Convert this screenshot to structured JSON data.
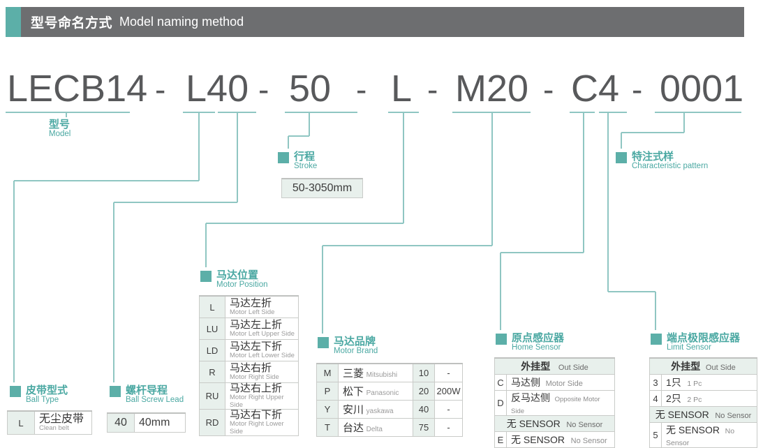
{
  "header": {
    "cn": "型号命名方式",
    "en": "Model naming method",
    "accent_color": "#5cafa8",
    "bar_color": "#6d6e70"
  },
  "model_number": {
    "full": "LECB14 - L40 - 50 - L - M20 - C4 - 0001",
    "tokens": [
      "LECB14",
      "L40",
      "50",
      "L",
      "M20",
      "C4",
      "0001"
    ],
    "separator": "-"
  },
  "callouts": {
    "model": {
      "cn": "型号",
      "en": "Model"
    },
    "stroke": {
      "cn": "行程",
      "en": "Stroke"
    },
    "characteristic": {
      "cn": "特注式样",
      "en": "Characteristic pattern"
    },
    "motor_position": {
      "cn": "马达位置",
      "en": "Motor Position"
    },
    "motor_brand": {
      "cn": "马达品牌",
      "en": "Motor Brand"
    },
    "home_sensor": {
      "cn": "原点感应器",
      "en": "Home Sensor"
    },
    "limit_sensor": {
      "cn": "端点极限感应器",
      "en": "Limit Sensor"
    },
    "belt_type": {
      "cn": "皮带型式",
      "en": "Ball Type"
    },
    "screw_lead": {
      "cn": "螺杆导程",
      "en": "Ball Screw Lead"
    }
  },
  "stroke_box": {
    "value": "50-3050mm"
  },
  "belt_type_table": {
    "rows": [
      {
        "code": "L",
        "cn": "无尘皮带",
        "en": "Clean belt"
      }
    ]
  },
  "screw_lead_table": {
    "rows": [
      {
        "code": "40",
        "value": "40mm"
      }
    ]
  },
  "motor_position_table": {
    "rows": [
      {
        "code": "L",
        "cn": "马达左折",
        "en": "Motor Left Side"
      },
      {
        "code": "LU",
        "cn": "马达左上折",
        "en": "Motor Left Upper Side"
      },
      {
        "code": "LD",
        "cn": "马达左下折",
        "en": "Motor Left Lower Side"
      },
      {
        "code": "R",
        "cn": "马达右折",
        "en": "Motor Right Side"
      },
      {
        "code": "RU",
        "cn": "马达右上折",
        "en": "Motor Right Upper Side"
      },
      {
        "code": "RD",
        "cn": "马达右下折",
        "en": "Motor Right Lower Side"
      }
    ]
  },
  "motor_brand_table": {
    "rows": [
      {
        "code": "M",
        "cn": "三菱",
        "en": "Mitsubishi",
        "power_code": "10",
        "watt": "-"
      },
      {
        "code": "P",
        "cn": "松下",
        "en": "Panasonic",
        "power_code": "20",
        "watt": "200W"
      },
      {
        "code": "Y",
        "cn": "安川",
        "en": "yaskawa",
        "power_code": "40",
        "watt": "-"
      },
      {
        "code": "T",
        "cn": "台达",
        "en": "Delta",
        "power_code": "75",
        "watt": "-"
      }
    ]
  },
  "home_sensor_table": {
    "group1": {
      "cn": "外挂型",
      "en": "Out Side"
    },
    "group1_rows": [
      {
        "code": "C",
        "cn": "马达侧",
        "en": "Motor Side"
      },
      {
        "code": "D",
        "cn": "反马达侧",
        "en": "Opposite Motor Side"
      }
    ],
    "group2": {
      "cn": "无 SENSOR",
      "en": "No Sensor"
    },
    "group2_rows": [
      {
        "code": "E",
        "cn": "无 SENSOR",
        "en": "No Sensor"
      }
    ]
  },
  "limit_sensor_table": {
    "group1": {
      "cn": "外挂型",
      "en": "Out Side"
    },
    "group1_rows": [
      {
        "code": "3",
        "cn": "1只",
        "en": "1 Pc"
      },
      {
        "code": "4",
        "cn": "2只",
        "en": "2 Pc"
      }
    ],
    "group2": {
      "cn": "无 SENSOR",
      "en": "No Sensor"
    },
    "group2_rows": [
      {
        "code": "5",
        "cn": "无 SENSOR",
        "en": "No Sensor"
      }
    ]
  },
  "colors": {
    "teal": "#5cafa8",
    "teal_text": "#4aa8a2",
    "line": "#8fc6c2",
    "code_bg": "#e8f0ec",
    "text_dark": "#58595b",
    "text_muted": "#9b9b9b"
  }
}
